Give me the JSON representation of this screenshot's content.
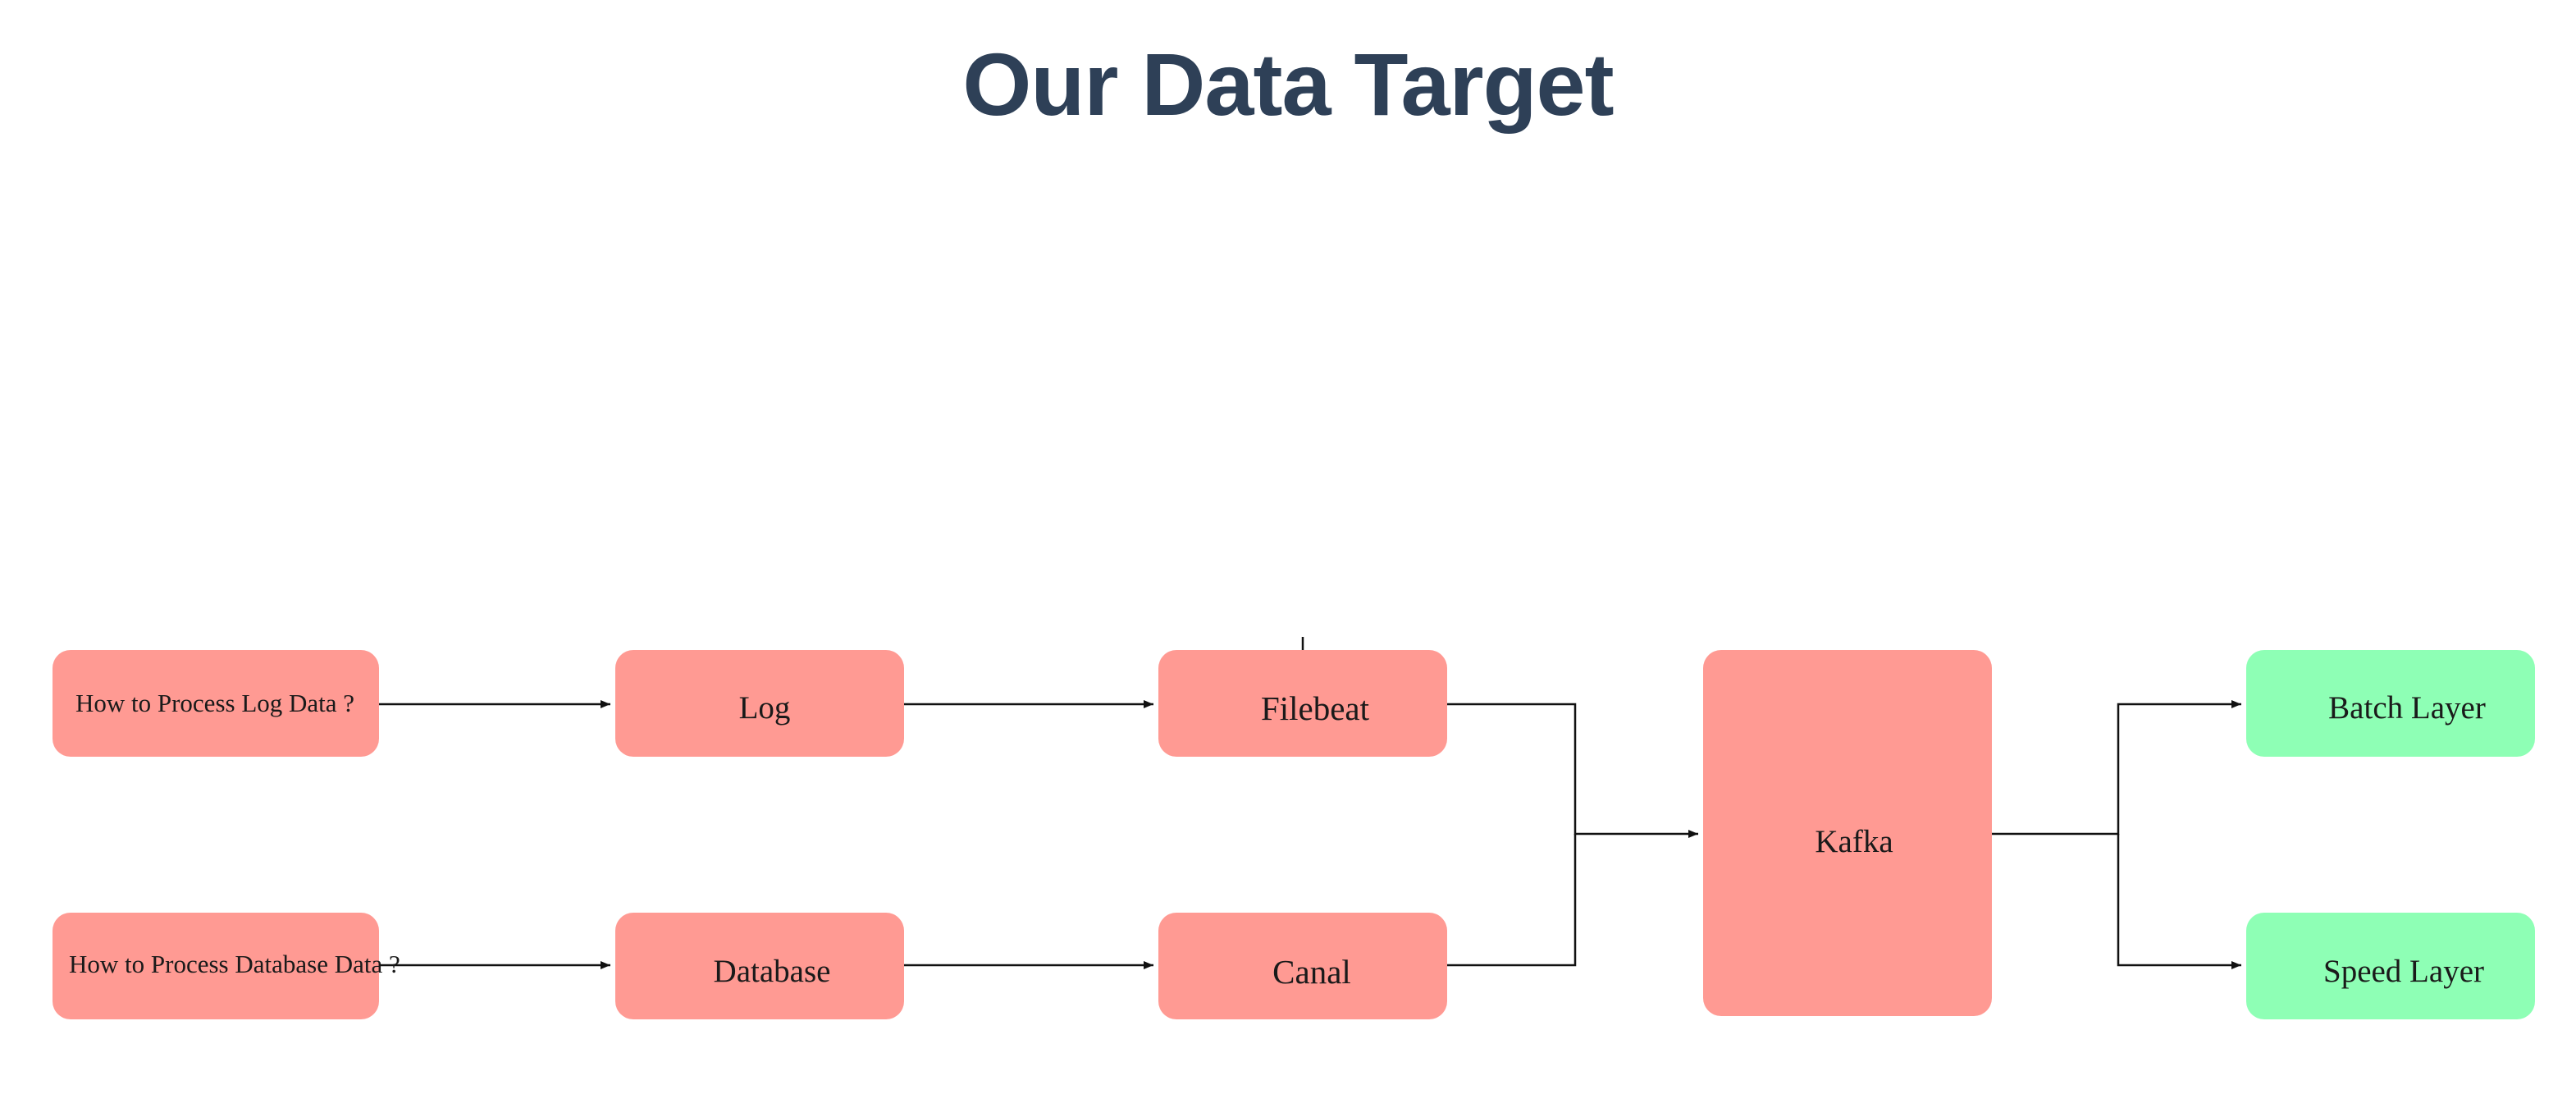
{
  "title": "Our Data Target",
  "colors": {
    "title": "#2e4057",
    "source_box": "#ff9a93",
    "output_box": "#8effb5",
    "connector": "#111111"
  },
  "nodes": {
    "question_log": "How to Process Log Data ?",
    "question_database": "How to Process Database Data ?",
    "log": "Log",
    "database": "Database",
    "filebeat": "Filebeat",
    "canal": "Canal",
    "kafka": "Kafka",
    "batch_layer": "Batch Layer",
    "speed_layer": "Speed Layer"
  }
}
